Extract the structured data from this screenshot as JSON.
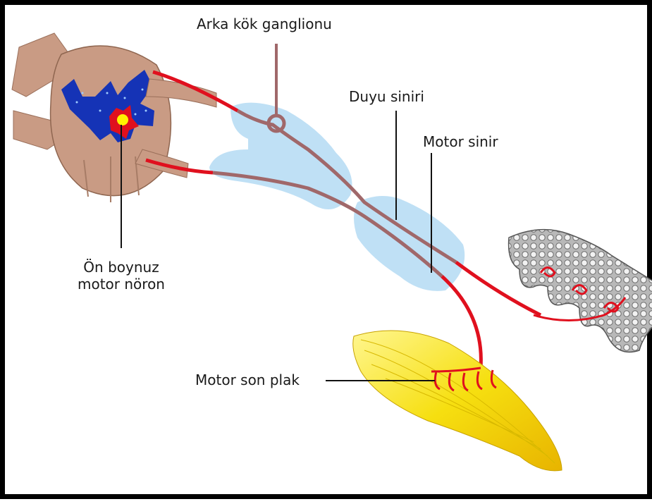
{
  "labels": {
    "dorsal_root_ganglion": "Arka kök ganglionu",
    "sensory_nerve": "Duyu siniri",
    "motor_nerve": "Motor sinir",
    "anterior_horn_line1": "Ön boynuz",
    "anterior_horn_line2": "motor nöron",
    "motor_end_plate": "Motor son plak"
  },
  "colors": {
    "frame": "#000000",
    "spinal_cord": "#c79a82",
    "grey_matter": "#1531b8",
    "neuron": "#e0101e",
    "nucleus": "#fff200",
    "nerve_sheath": "#bfe0f5",
    "nerve_fiber": "#a0686a",
    "muscle": "#f5e020",
    "gland": "#8e8e8e"
  },
  "icons": [
    "spinal-cord-cross-section",
    "ganglion-loop",
    "skeletal-muscle",
    "glandular-tissue"
  ]
}
